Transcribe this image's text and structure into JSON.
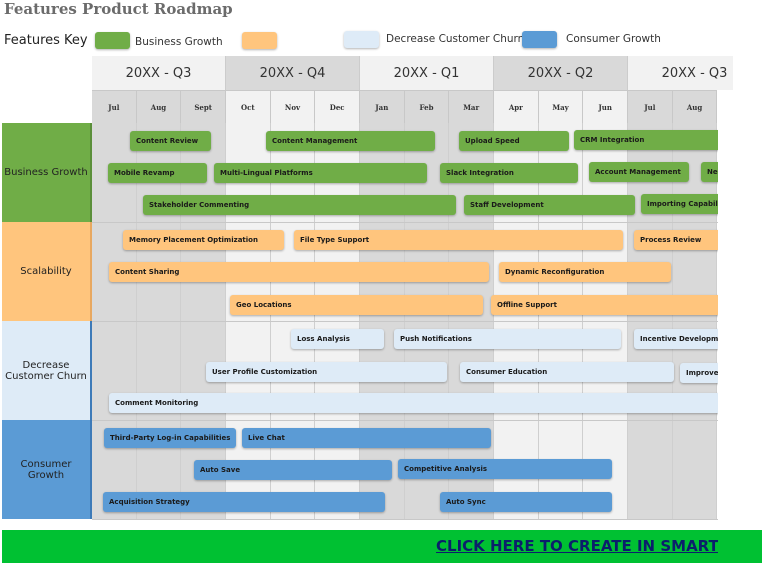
{
  "title": "Features Product Roadmap",
  "key": {
    "label": "Features Key",
    "items": [
      {
        "label": "Business Growth",
        "color": "#70ad47"
      },
      {
        "label": "",
        "color": "#ffc57d"
      },
      {
        "label": "Decrease Customer Churn",
        "color": "#deebf7"
      },
      {
        "label": "Consumer Growth",
        "color": "#5b9bd5"
      }
    ]
  },
  "quarters": [
    "20XX - Q3",
    "20XX - Q4",
    "20XX - Q1",
    "20XX - Q2",
    "20XX - Q3"
  ],
  "months": [
    "Jul",
    "Aug",
    "Sept",
    "Oct",
    "Nov",
    "Dec",
    "Jan",
    "Feb",
    "Mar",
    "Apr",
    "May",
    "Jun",
    "Jul",
    "Aug"
  ],
  "lanes": [
    "Business Growth",
    "Scalability",
    "Decrease Customer Churn",
    "Consumer Growth"
  ],
  "bars": [
    "Content Review",
    "Content Management",
    "Upload Speed",
    "CRM Integration",
    "Mobile Revamp",
    "Multi-Lingual Platforms",
    "Slack Integration",
    "Account Management",
    "New",
    "Stakeholder Commenting",
    "Staff Development",
    "Importing Capabilities",
    "Memory Placement Optimization",
    "File Type Support",
    "Process Review",
    "Content Sharing",
    "Dynamic Reconfiguration",
    "Geo Locations",
    "Offline Support",
    "Loss Analysis",
    "Push Notifications",
    "Incentive Development",
    "User Profile Customization",
    "Consumer Education",
    "Improved",
    "Comment Monitoring",
    "Third-Party Log-in Capabilities",
    "Live Chat",
    "Auto Save",
    "Competitive Analysis",
    "Acquisition Strategy",
    "Auto Sync"
  ],
  "cta": "CLICK HERE TO CREATE IN SMARTSHEET"
}
